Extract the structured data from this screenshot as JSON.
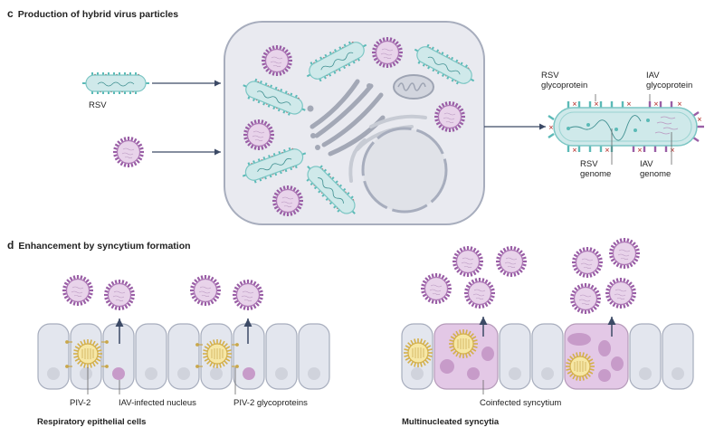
{
  "panel_c": {
    "letter": "c",
    "title": "Production of hybrid virus particles",
    "labels": {
      "rsv": "RSV",
      "rsv_glycoprotein_1": "RSV",
      "rsv_glycoprotein_2": "glycoprotein",
      "iav_glycoprotein_1": "IAV",
      "iav_glycoprotein_2": "glycoprotein",
      "rsv_genome_1": "RSV",
      "rsv_genome_2": "genome",
      "iav_genome_1": "IAV",
      "iav_genome_2": "genome"
    }
  },
  "panel_d": {
    "letter": "d",
    "title": "Enhancement by syncytium formation",
    "left": {
      "subtitle": "Respiratory epithelial cells",
      "labels": {
        "piv2": "PIV-2",
        "iav_nucleus": "IAV-infected nucleus",
        "piv2_glyco": "PIV-2 glycoproteins"
      }
    },
    "right": {
      "subtitle": "Multinucleated syncytia",
      "labels": {
        "coinfected": "Coinfected syncytium"
      }
    }
  },
  "colors": {
    "rsv_fill": "#cfe9ea",
    "rsv_spike": "#5bbab7",
    "iav_fill": "#e8d3ea",
    "iav_spike": "#9a5fa6",
    "piv_fill": "#f6e7a6",
    "piv_spike": "#d4b04a",
    "cell_fill": "#e3e6ee",
    "cell_stroke": "#a7adbd",
    "syncytium_fill": "#e3c8e6",
    "arrow": "#3c4a66"
  }
}
